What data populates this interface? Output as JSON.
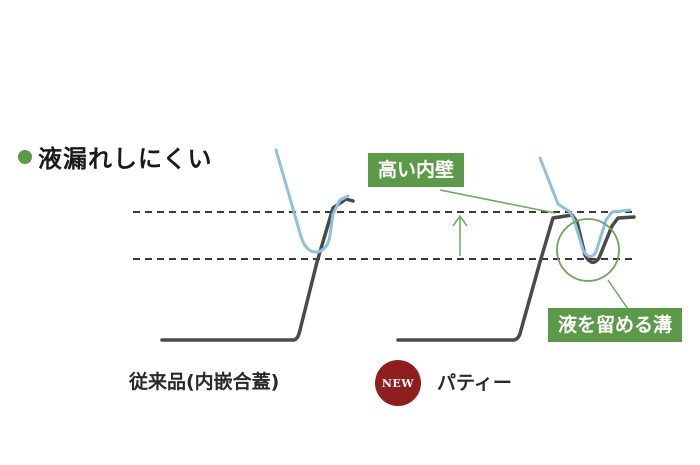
{
  "title": "液漏れしにくい",
  "tags": {
    "high_wall": "高い内壁",
    "groove": "液を留める溝"
  },
  "captions": {
    "conventional": "従来品(内嵌合蓋)",
    "new_product": "パティー"
  },
  "badge": {
    "label": "NEW"
  },
  "colors": {
    "accent_green": "#5c9a4a",
    "dark_gray": "#4a4a4a",
    "lid_blue": "#8fc1de",
    "badge_red": "#8f1f1f"
  }
}
